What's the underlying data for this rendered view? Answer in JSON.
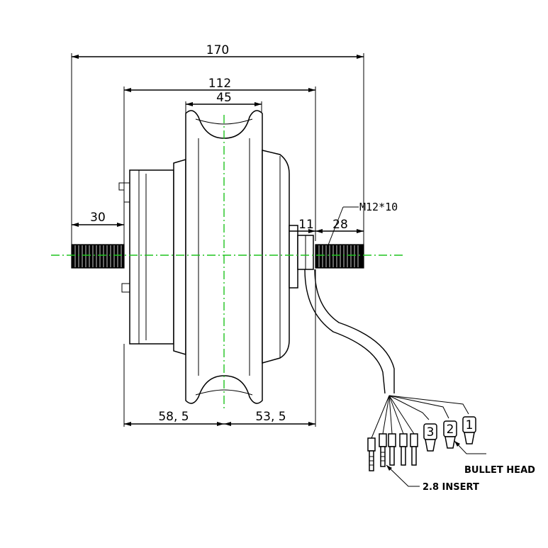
{
  "dimensions": {
    "overall_width": "170",
    "hub_width": "112",
    "rim_width": "45",
    "left_axle": "30",
    "right_axle": "28",
    "spacer": "11",
    "left_to_center": "58, 5",
    "center_to_right": "53, 5"
  },
  "thread_spec": "M12*10",
  "wire_numbers": [
    "3",
    "2",
    "1"
  ],
  "callouts": {
    "bullet_head": "BULLET HEAD",
    "insert": "2.8 INSERT"
  },
  "colors": {
    "centerline": "#1ec31e",
    "line": "#000000"
  }
}
